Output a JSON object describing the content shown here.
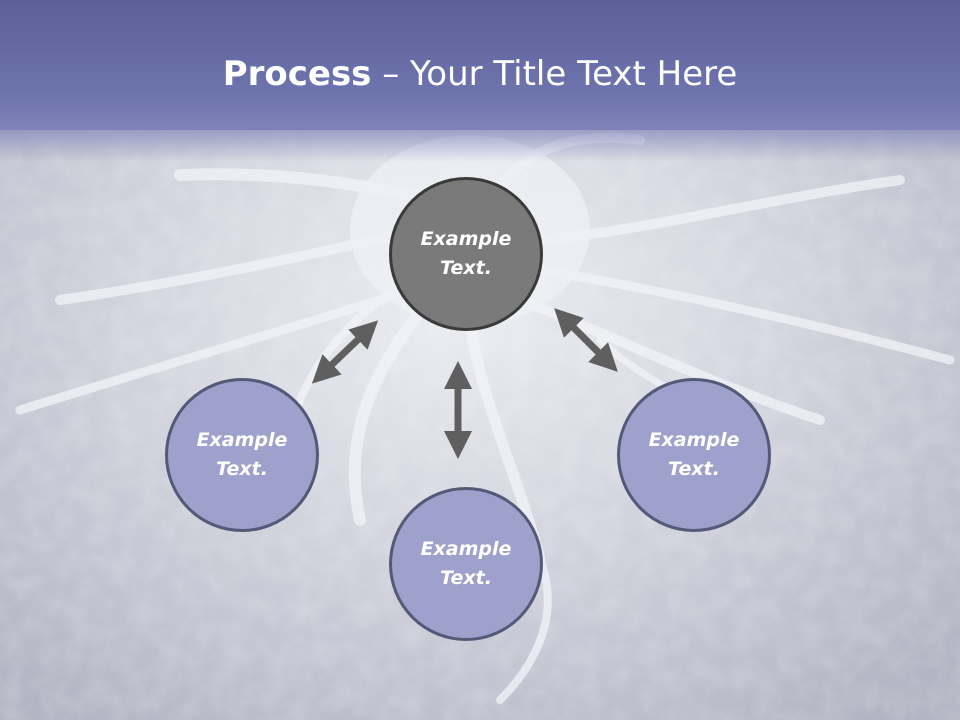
{
  "title": {
    "bold": "Process",
    "rest": " – Your Title Text Here"
  },
  "nodes": {
    "center": "Example Text.",
    "left": "Example Text.",
    "bottom": "Example Text.",
    "right": "Example Text."
  },
  "colors": {
    "title_bar": "#6d73ac",
    "center_node": "#7a7a7a",
    "outer_node": "#9ea1cb",
    "arrow": "#5f5f5f"
  }
}
